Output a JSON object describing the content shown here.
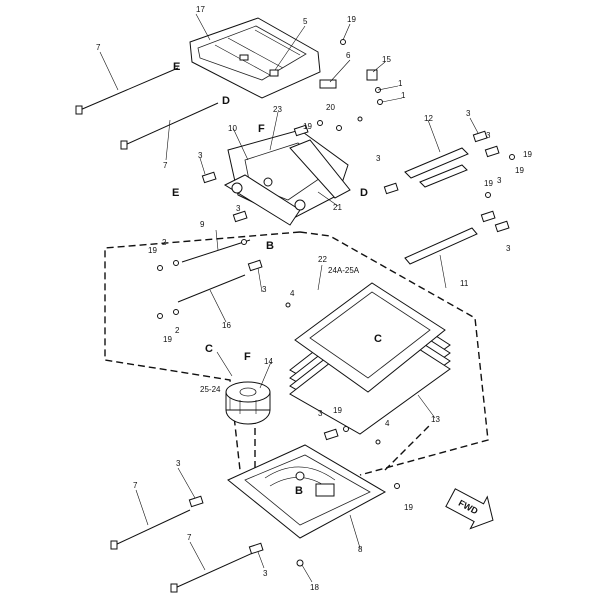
{
  "callouts": {
    "c1": "1",
    "c1b": "1",
    "c2a": "2",
    "c2b": "2",
    "c3a": "3",
    "c3b": "3",
    "c3c": "3",
    "c3d": "3",
    "c3e": "3",
    "c3f": "3",
    "c3g": "3",
    "c3h": "3",
    "c3i": "3",
    "c3j": "3",
    "c3k": "3",
    "c4a": "4",
    "c4b": "4",
    "c5": "5",
    "c6": "6",
    "c7a": "7",
    "c7b": "7",
    "c7c": "7",
    "c7d": "7",
    "c8": "8",
    "c9": "9",
    "c10": "10",
    "c11": "11",
    "c12": "12",
    "c13": "13",
    "c14": "14",
    "c15": "15",
    "c16": "16",
    "c17": "17",
    "c18": "18",
    "c19a": "19",
    "c19b": "19",
    "c19c": "19",
    "c19d": "19",
    "c19e": "19",
    "c19f": "19",
    "c19g": "19",
    "c19h": "19",
    "c19i": "19",
    "c20": "20",
    "c21": "21",
    "c22": "22",
    "c23": "23",
    "c2425": "25-24",
    "c24a25a": "24A-25A"
  },
  "letters": {
    "e1": "E",
    "e2": "E",
    "d1": "D",
    "d2": "D",
    "f1": "F",
    "f2": "F",
    "b1": "B",
    "b2": "B",
    "c1": "C",
    "c2": "C"
  },
  "fwd": "FWD"
}
